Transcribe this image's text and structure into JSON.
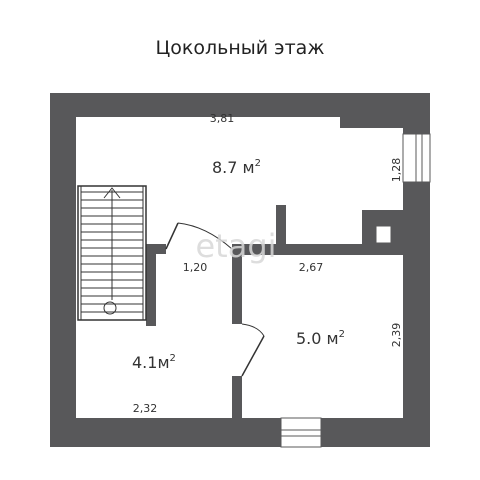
{
  "title": "Цокольный этаж",
  "watermark": "etagi",
  "colors": {
    "wall": "#58585a",
    "background": "#ffffff",
    "text": "#333333"
  },
  "dimensions": {
    "top_width": "3,81",
    "window_right": "1,28",
    "hall_width": "1,20",
    "room_width": "2,67",
    "room_height": "2,39",
    "bottom_width": "2,32"
  },
  "rooms": {
    "main": {
      "value": "8.7 м",
      "sup": "2"
    },
    "right": {
      "value": "5.0 м",
      "sup": "2"
    },
    "left": {
      "value": "4.1м",
      "sup": "2"
    }
  }
}
